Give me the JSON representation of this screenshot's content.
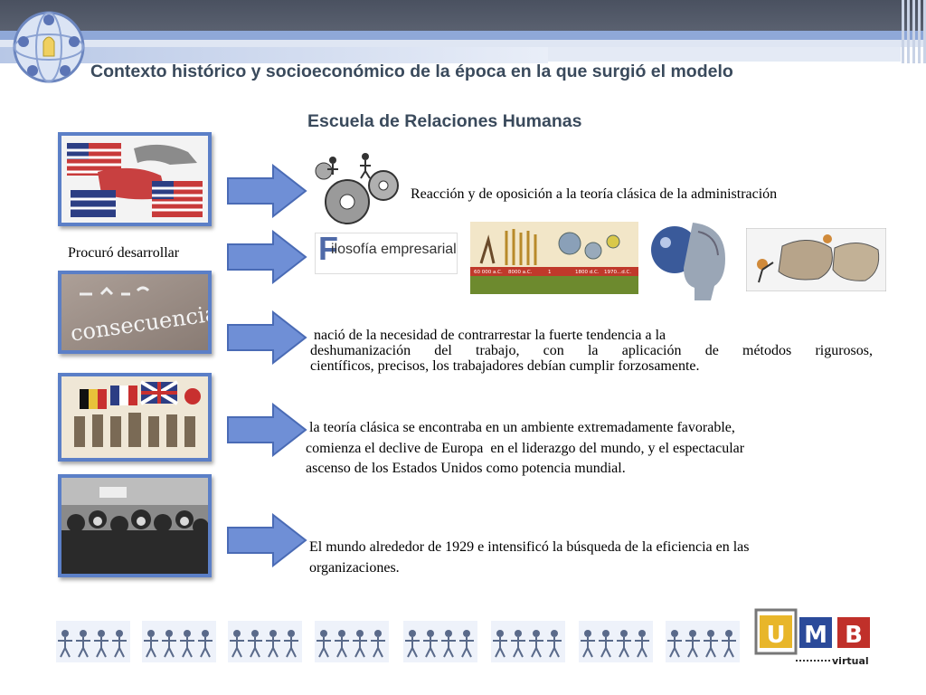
{
  "title": {
    "line1": "Contexto histórico y socioeconómico de la época en la que surgió el modelo",
    "line2": "Escuela de Relaciones Humanas"
  },
  "left_label": "Procuró desarrollar",
  "image_labels": {
    "consecuencia": "consecuencia",
    "filosofia_initial": "F",
    "filosofia_rest": "ilosofía empresarial"
  },
  "timeline": {
    "dates": [
      "60 000 a.C.",
      "8000 a.C.",
      "1",
      "1800 d.C.",
      "1970...d.C."
    ]
  },
  "statements": [
    {
      "text": "Reacción y de oposición a la teoría clásica de la administración"
    },
    {
      "lines": [
        "nació de la necesidad de contrarrestar la fuerte tendencia a la",
        "deshumanización del trabajo, con la aplicación de métodos rigurosos,",
        "científicos, precisos, los trabajadores debían cumplir forzosamente."
      ]
    },
    {
      "lines": [
        "la teoría clásica se encontraba en un ambiente extremadamente favorable,",
        "comienza el declive de Europa  en el liderazgo del mundo, y el espectacular",
        "ascenso de los Estados Unidos como potencia mundial."
      ]
    },
    {
      "lines": [
        "El mundo alrededor de 1929 e intensificó la búsqueda de la eficiencia en las",
        "organizaciones."
      ]
    }
  ],
  "brand": {
    "letters": [
      "U",
      "M",
      "B"
    ],
    "tagline": "virtual"
  },
  "colors": {
    "arrow": "#6f8fd6",
    "frame": "#5b7fc7",
    "title": "#3a4a5c"
  }
}
